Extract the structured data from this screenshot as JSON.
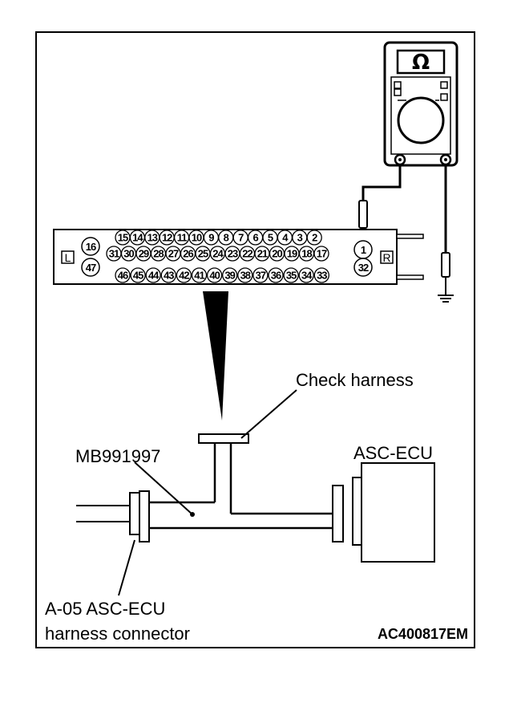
{
  "meter": {
    "unit_symbol": "Ω"
  },
  "connector": {
    "side_left": "L",
    "side_right": "R",
    "pins_top": [
      "15",
      "14",
      "13",
      "12",
      "11",
      "10",
      "9",
      "8",
      "7",
      "6",
      "5",
      "4",
      "3",
      "2"
    ],
    "pins_middle": [
      "31",
      "30",
      "29",
      "28",
      "27",
      "26",
      "25",
      "24",
      "23",
      "22",
      "21",
      "20",
      "19",
      "18",
      "17"
    ],
    "pins_bottom": [
      "46",
      "45",
      "44",
      "43",
      "42",
      "41",
      "40",
      "39",
      "38",
      "37",
      "36",
      "35",
      "34",
      "33"
    ],
    "pin_left_top": "16",
    "pin_left_bottom": "47",
    "pin_probe": "1",
    "pin_right_bottom": "32"
  },
  "labels": {
    "check_harness": "Check harness",
    "tool": "MB991997",
    "ecu": "ASC-ECU",
    "harness_line1": "A-05 ASC-ECU",
    "harness_line2": "harness connector",
    "figure_code": "AC400817EM"
  }
}
